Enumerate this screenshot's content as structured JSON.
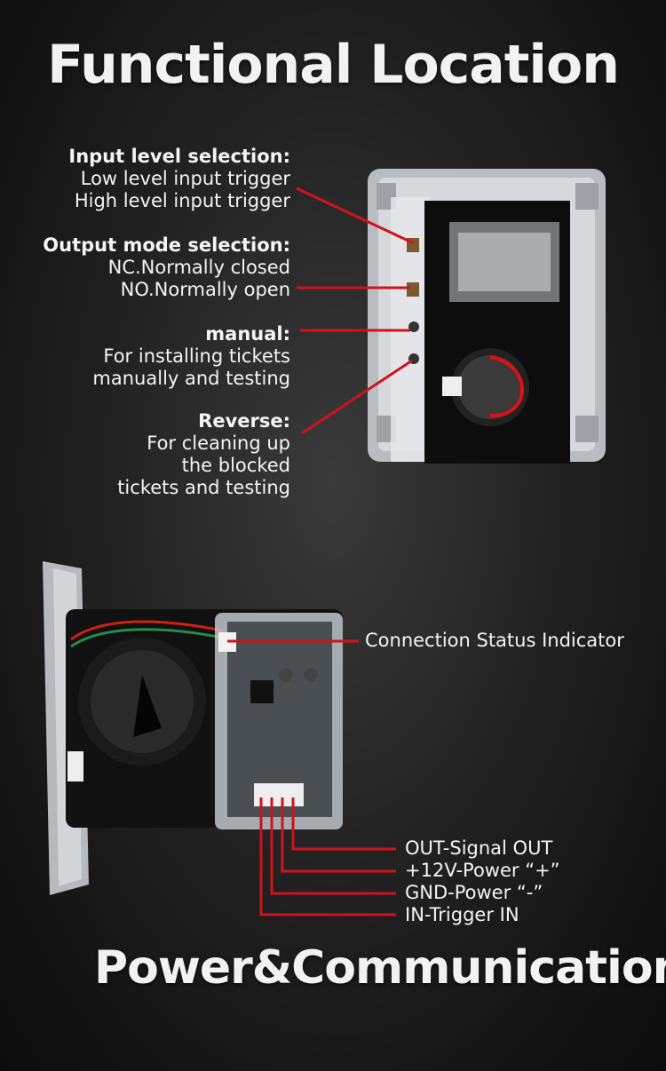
{
  "title": "Functional Location",
  "footer_title": "Power&Communication",
  "callouts_left": [
    {
      "heading": "Input level selection:",
      "lines": [
        "Low level input trigger",
        "High level input trigger"
      ]
    },
    {
      "heading": "Output mode selection:",
      "lines": [
        "NC.Normally closed",
        "NO.Normally open"
      ]
    },
    {
      "heading": "manual:",
      "lines": [
        "For installing tickets",
        "manually and testing"
      ]
    },
    {
      "heading": "Reverse:",
      "lines": [
        "For cleaning up",
        "the blocked",
        "tickets and testing"
      ]
    }
  ],
  "connection_status": "Connection Status Indicator",
  "pins": [
    "OUT-Signal OUT",
    "+12V-Power “+”",
    "GND-Power “-”",
    "IN-Trigger IN"
  ],
  "colors": {
    "leader": "#d0121b",
    "text": "#f4f4f4",
    "background": "#1e1e1e"
  }
}
